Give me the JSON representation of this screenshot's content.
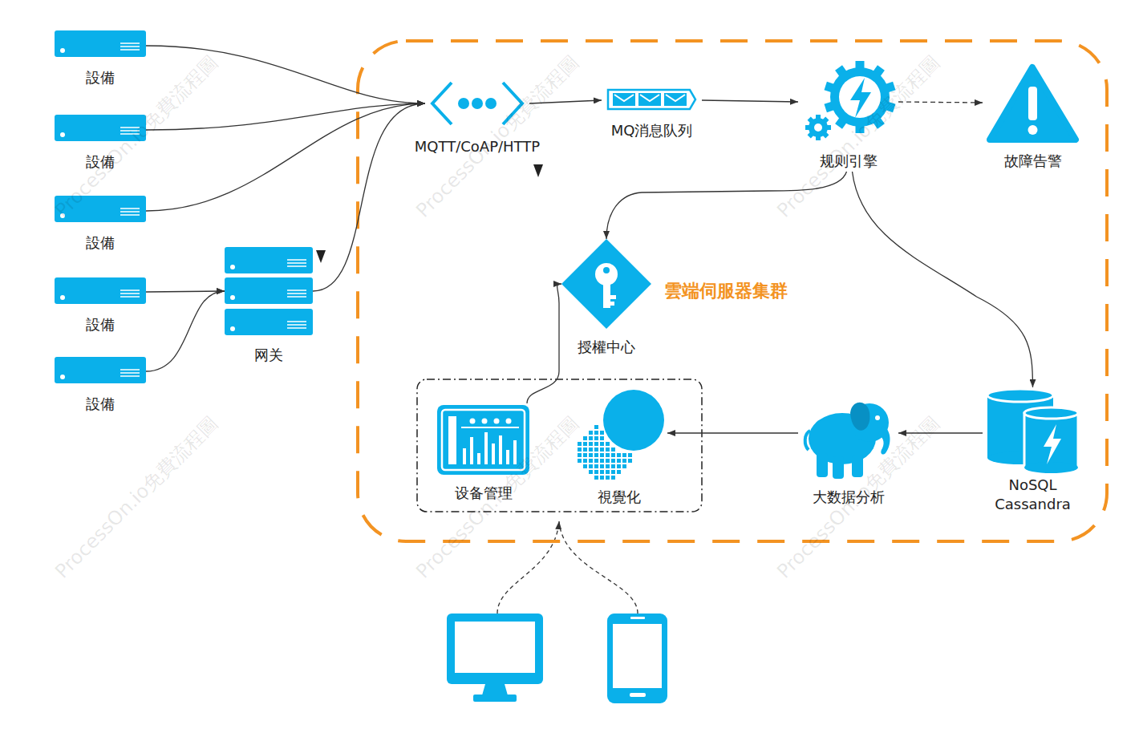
{
  "diagram": {
    "nodes": [
      {
        "text": [
          "設備"
        ]
      },
      {
        "text": [
          "設備"
        ]
      },
      {
        "text": [
          "設備"
        ]
      },
      {
        "text": [
          "設備"
        ]
      },
      {
        "text": [
          "設備"
        ]
      },
      {
        "text": [
          "网关"
        ]
      },
      {
        "text": [
          "雲端伺服器集群"
        ]
      },
      {
        "text": [
          "MQTT/CoAP/HTTP"
        ],
        "in": 6
      },
      {
        "text": [
          "MQ消息队列"
        ],
        "in": 6
      },
      {
        "text": [
          "规则引擎"
        ],
        "in": 6
      },
      {
        "text": [
          "故障告警"
        ],
        "in": 6
      },
      {
        "text": [
          "授權中心"
        ],
        "in": 6
      },
      {
        "text": [
          "设备管理"
        ],
        "in": 6
      },
      {
        "text": [
          "視覺化"
        ],
        "in": 6
      },
      {
        "text": [
          "大数据分析"
        ],
        "in": 6
      },
      {
        "text": [
          "NoSQL Cassandra"
        ],
        "in": 6
      }
    ],
    "edges": [
      {
        "from": 0,
        "to": 7,
        "arrow": "to"
      },
      {
        "from": 1,
        "to": 7,
        "arrow": "to"
      },
      {
        "from": 2,
        "to": 7,
        "arrow": "to"
      },
      {
        "from": 3,
        "to": 5,
        "arrow": "to"
      },
      {
        "from": 4,
        "to": 5,
        "arrow": "to"
      },
      {
        "from": 5,
        "to": 7,
        "arrow": "to"
      },
      {
        "from": 7,
        "to": 8,
        "arrow": "to"
      },
      {
        "from": 8,
        "to": 9,
        "arrow": "to"
      },
      {
        "from": 9,
        "to": 10,
        "arrow": "to"
      },
      {
        "from": 9,
        "to": 11,
        "arrow": "to"
      },
      {
        "from": 9,
        "to": 15,
        "arrow": "to"
      },
      {
        "from": 15,
        "to": 14,
        "arrow": "to"
      },
      {
        "from": 14,
        "to": 13,
        "arrow": "to"
      },
      {
        "from": 12,
        "to": 11,
        "arrow": "to"
      }
    ],
    "labels": [
      "ProcessOn.io免費流程圖",
      "ProcessOn.io免費流程圖",
      "ProcessOn.io免費流程圖",
      "ProcessOn.io免費流程圖",
      "ProcessOn.io免費流程圖",
      "ProcessOn.io免費流程圖"
    ]
  }
}
